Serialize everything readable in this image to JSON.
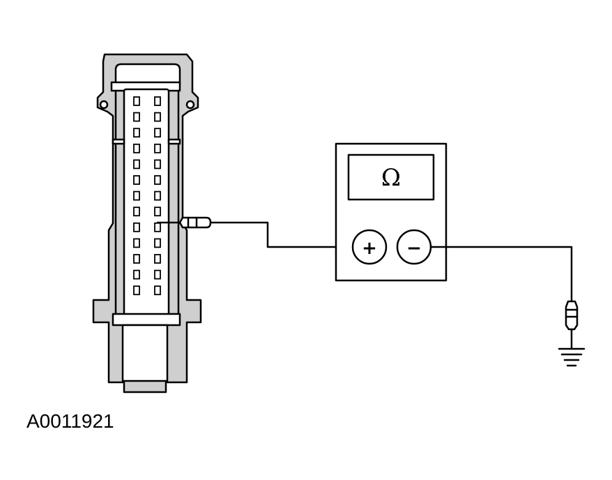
{
  "figure_id": "A0011921",
  "meter": {
    "display_symbol": "Ω",
    "positive_terminal": "+",
    "negative_terminal": "−"
  },
  "connector": {
    "pin_rows": 13,
    "pin_columns": 2
  }
}
